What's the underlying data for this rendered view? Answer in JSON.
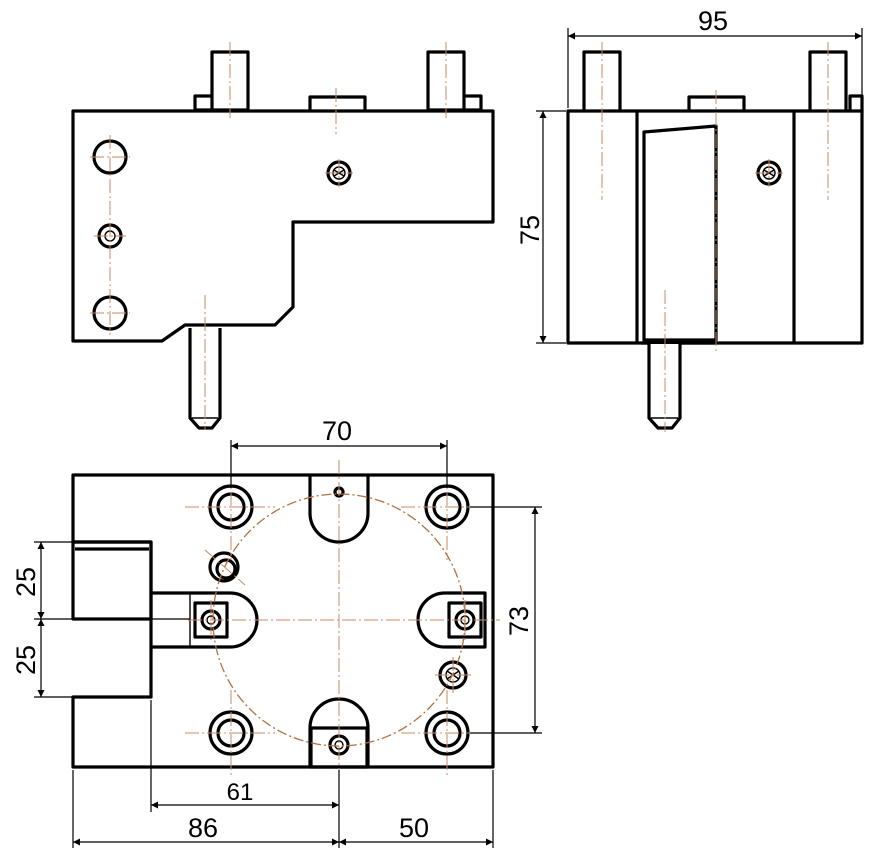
{
  "dimensions": {
    "front_view_height": "75",
    "side_view_width": "95",
    "top_bolt_spacing": "70",
    "right_bolt_spacing": "73",
    "slot_upper": "25",
    "slot_lower": "25",
    "bottom_inner": "61",
    "bottom_left": "86",
    "bottom_right": "50"
  },
  "colors": {
    "outline": "#000000",
    "centerline": "#c88a66",
    "pitch_circle": "#b0703f"
  }
}
